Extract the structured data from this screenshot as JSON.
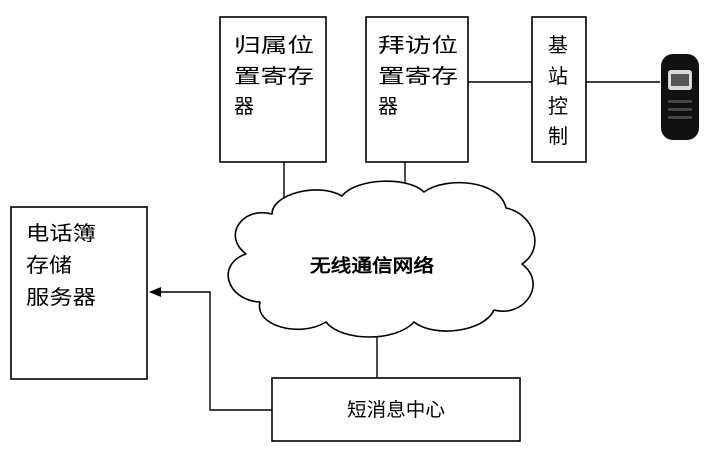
{
  "nodes": {
    "hlr": {
      "line1": "归属位",
      "line2": "置寄存",
      "line3": "器"
    },
    "vlr": {
      "line1": "拜访位",
      "line2": "置寄存",
      "line3": "器"
    },
    "bsc": {
      "c1": "基",
      "c2": "站",
      "c3": "控",
      "c4": "制"
    },
    "network": {
      "label": "无线通信网络"
    },
    "phonebook_server": {
      "line1": "电话簿",
      "line2": "存储",
      "line3": "服务器"
    },
    "sms_center": {
      "label": "短消息中心"
    }
  },
  "device": {
    "icon": "mobile-phone-icon"
  }
}
